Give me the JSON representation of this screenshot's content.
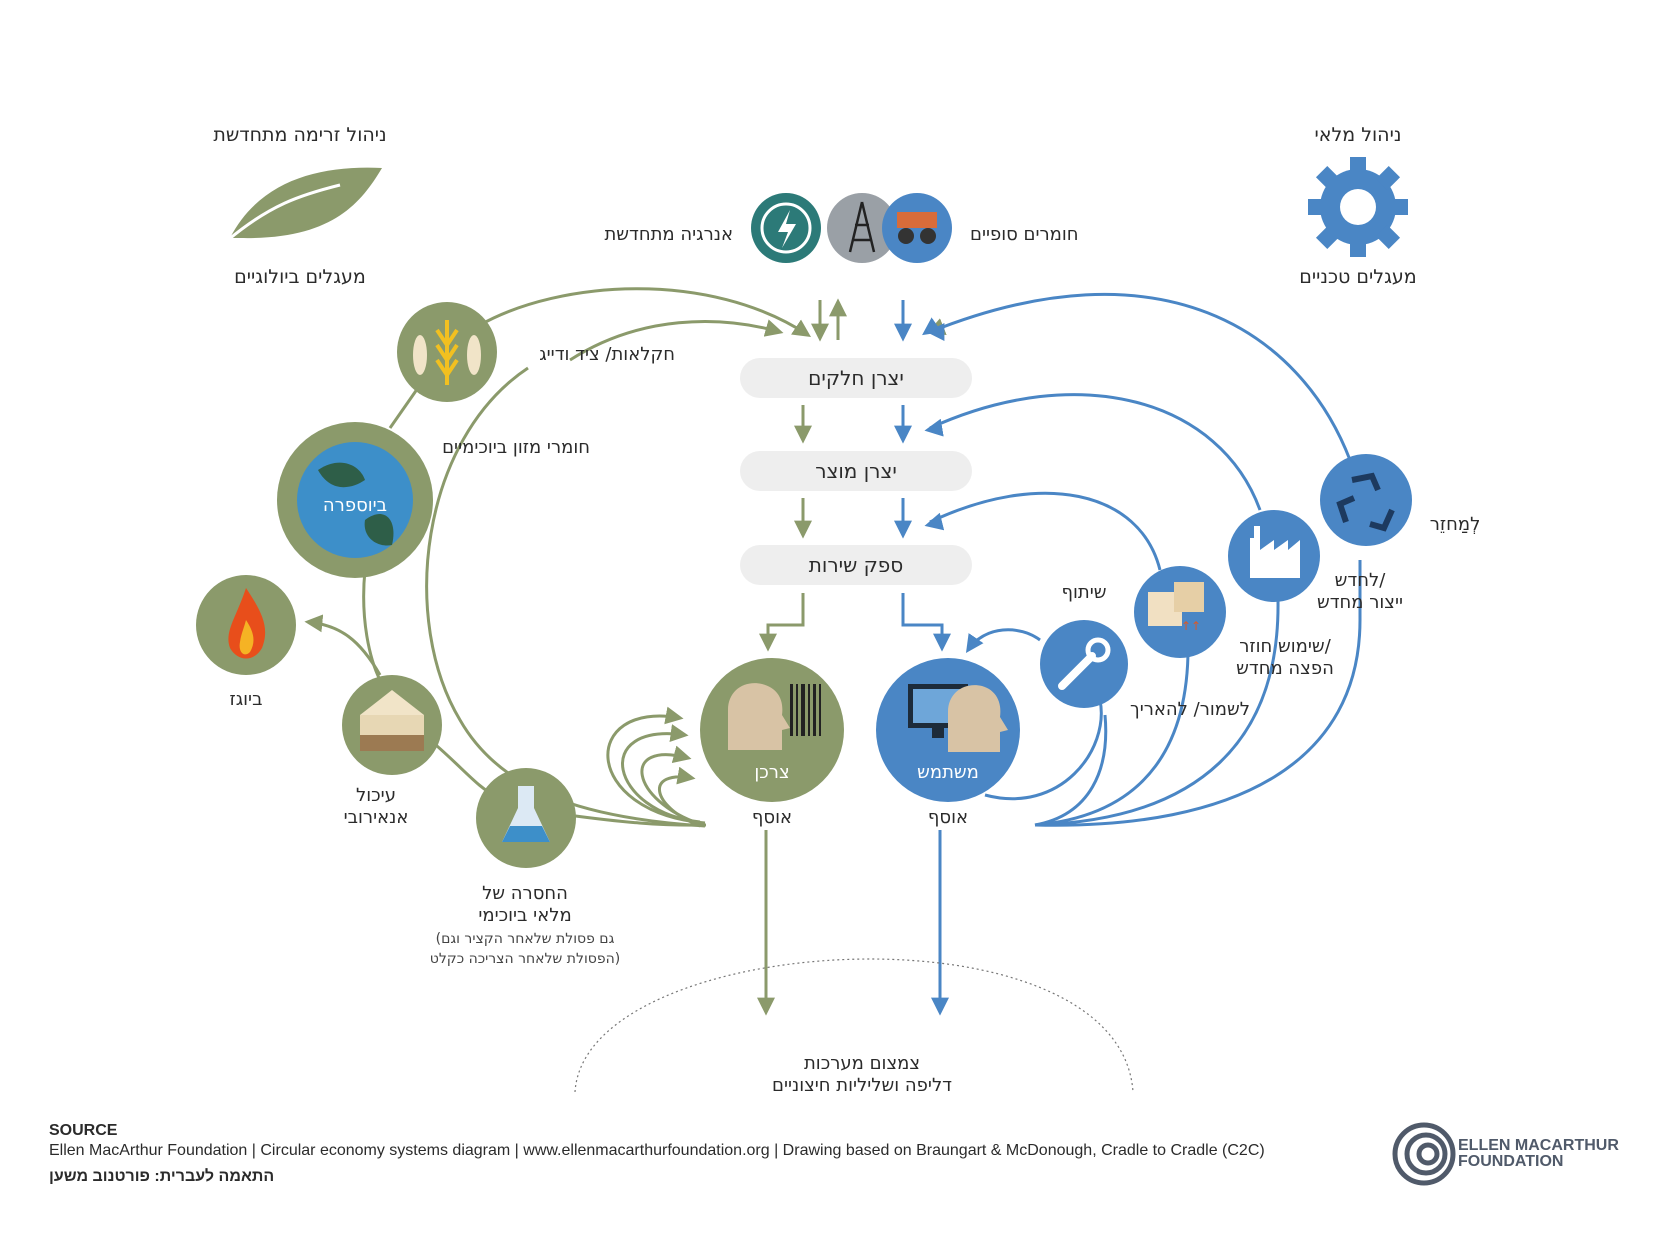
{
  "diagram": {
    "bio_header": "ניהול זרימה מתחדשת",
    "bio_sub": "מעגלים ביולוגיים",
    "tech_header": "ניהול מלאי",
    "tech_sub": "מעגלים טכניים",
    "renewable_energy": "אנרגיה מתחדשת",
    "finite_materials": "חומרים סופיים",
    "farming": "חקלאות/ ציד ודייג",
    "biochemical_feedstock": "חומרי מזון ביוכימיים",
    "biosphere": "ביוספרה",
    "biogas": "ביוגז",
    "anaerobic_line1": "עיכול",
    "anaerobic_line2": "אנאירובי",
    "extraction_line1": "החסרה של",
    "extraction_line2": "מלאי ביוכימי",
    "extraction_note1": "(גם פסולת שלאחר הקציר וגם",
    "extraction_note2": "הפסולת שלאחר הצריכה כקלט)",
    "parts_manufacturer": "יצרן חלקים",
    "product_manufacturer": "יצרן מוצר",
    "service_provider": "ספק שירות",
    "consumer": "צרכן",
    "user": "משתמש",
    "collection_bio": "אוסף",
    "collection_tech": "אוסף",
    "minimise_line1": "צמצום מערכות",
    "minimise_line2": "דליפה ושליליות חיצוניים",
    "share": "שיתוף",
    "maintain": "לשמור/ להאריך",
    "reuse_line1": "שימוש חוזר/",
    "reuse_line2": "הפצה מחדש",
    "refurbish_line1": "לחדש/",
    "refurbish_line2": "ייצור מחדש",
    "recycle": "לְמַחזֵר",
    "colors": {
      "bio_green": "#8b9a6b",
      "bio_dark": "#6f7d50",
      "tech_blue": "#4a86c5",
      "pill_grey": "#eeeeee",
      "earth_blue": "#3d8fc9",
      "energy_teal": "#2c7a78"
    }
  },
  "footer": {
    "source_heading": "SOURCE",
    "source_line": "Ellen MacArthur Foundation  |  Circular economy systems diagram  |  www.ellenmacarthurfoundation.org  |  Drawing based on Braungart & McDonough, Cradle to Cradle (C2C)",
    "credit": "התאמה לעברית: פורטנוב משען",
    "logo_line1": "ELLEN MACARTHUR",
    "logo_line2": "FOUNDATION"
  }
}
